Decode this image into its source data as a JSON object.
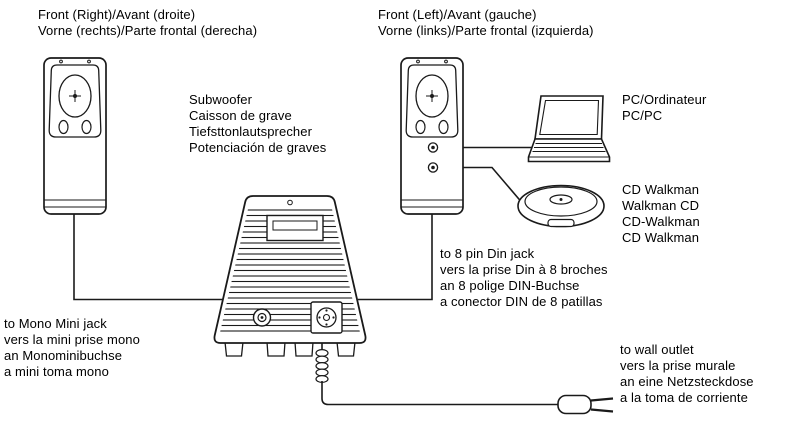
{
  "labels": {
    "front_right": "Front (Right)/Avant (droite)\nVorne (rechts)/Parte frontal (derecha)",
    "front_left": "Front (Left)/Avant (gauche)\nVorne (links)/Parte frontal (izquierda)",
    "subwoofer": "Subwoofer\nCaisson de grave\nTiefsttonlautsprecher\nPotenciación de graves",
    "pc": "PC/Ordinateur\nPC/PC",
    "cd_walkman": "CD Walkman\nWalkman CD\nCD-Walkman\nCD Walkman",
    "din_jack": "to 8 pin Din jack\nvers la prise Din à 8 broches\nan 8 polige DIN-Buchse\na conector DIN de 8 patillas",
    "mono_mini_jack": "to Mono Mini jack\nvers la mini prise mono\nan Monominibuchse\na mini toma mono",
    "wall_outlet": "to wall outlet\nvers la prise murale\nan eine Netzsteckdose\na la toma de corriente"
  },
  "colors": {
    "line": "#1a1a1a",
    "text": "#000000",
    "background": "#ffffff"
  }
}
